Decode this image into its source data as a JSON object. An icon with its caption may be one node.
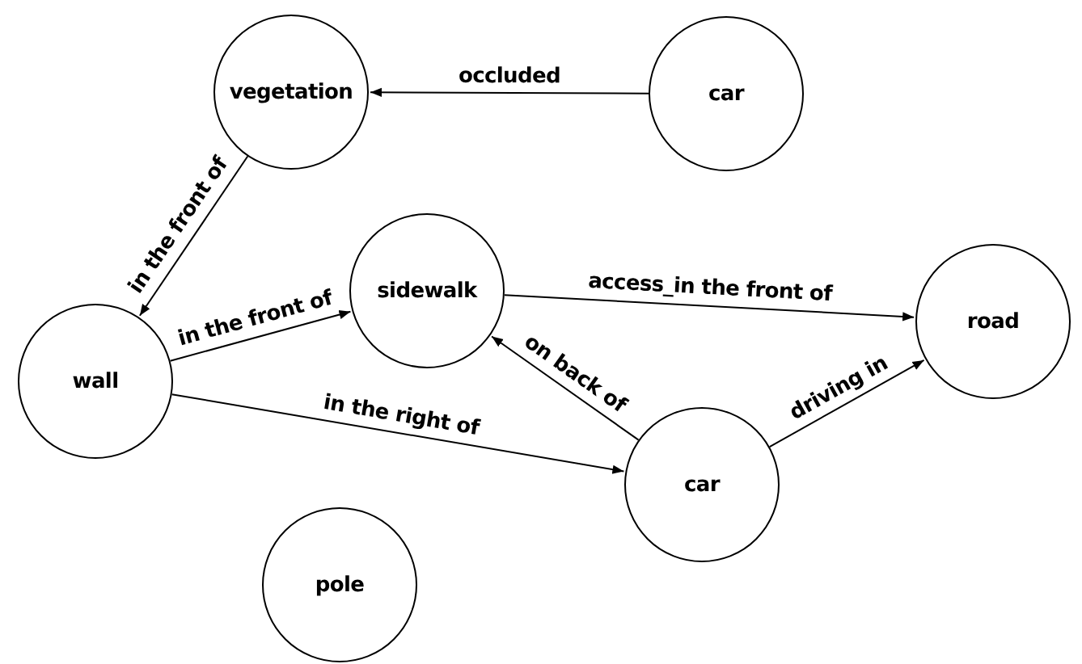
{
  "diagram": {
    "nodes": [
      {
        "text": [
          "vegetation"
        ]
      },
      {
        "text": [
          "car"
        ]
      },
      {
        "text": [
          "sidewalk"
        ]
      },
      {
        "text": [
          "road"
        ]
      },
      {
        "text": [
          "wall"
        ]
      },
      {
        "text": [
          "car"
        ]
      },
      {
        "text": [
          "pole"
        ]
      }
    ],
    "edges": [
      {
        "from": 1,
        "to": 0,
        "arrow": "to",
        "label": "occluded"
      },
      {
        "from": 0,
        "to": 4,
        "arrow": "to",
        "label": "in the front of"
      },
      {
        "from": 4,
        "to": 2,
        "arrow": "to",
        "label": "in the front of"
      },
      {
        "from": 2,
        "to": 3,
        "arrow": "to",
        "label": "access_in the front of"
      },
      {
        "from": 5,
        "to": 2,
        "arrow": "to",
        "label": "on back of"
      },
      {
        "from": 4,
        "to": 5,
        "arrow": "to",
        "label": "in the right of"
      },
      {
        "from": 5,
        "to": 3,
        "arrow": "to",
        "label": "driving in"
      }
    ]
  }
}
